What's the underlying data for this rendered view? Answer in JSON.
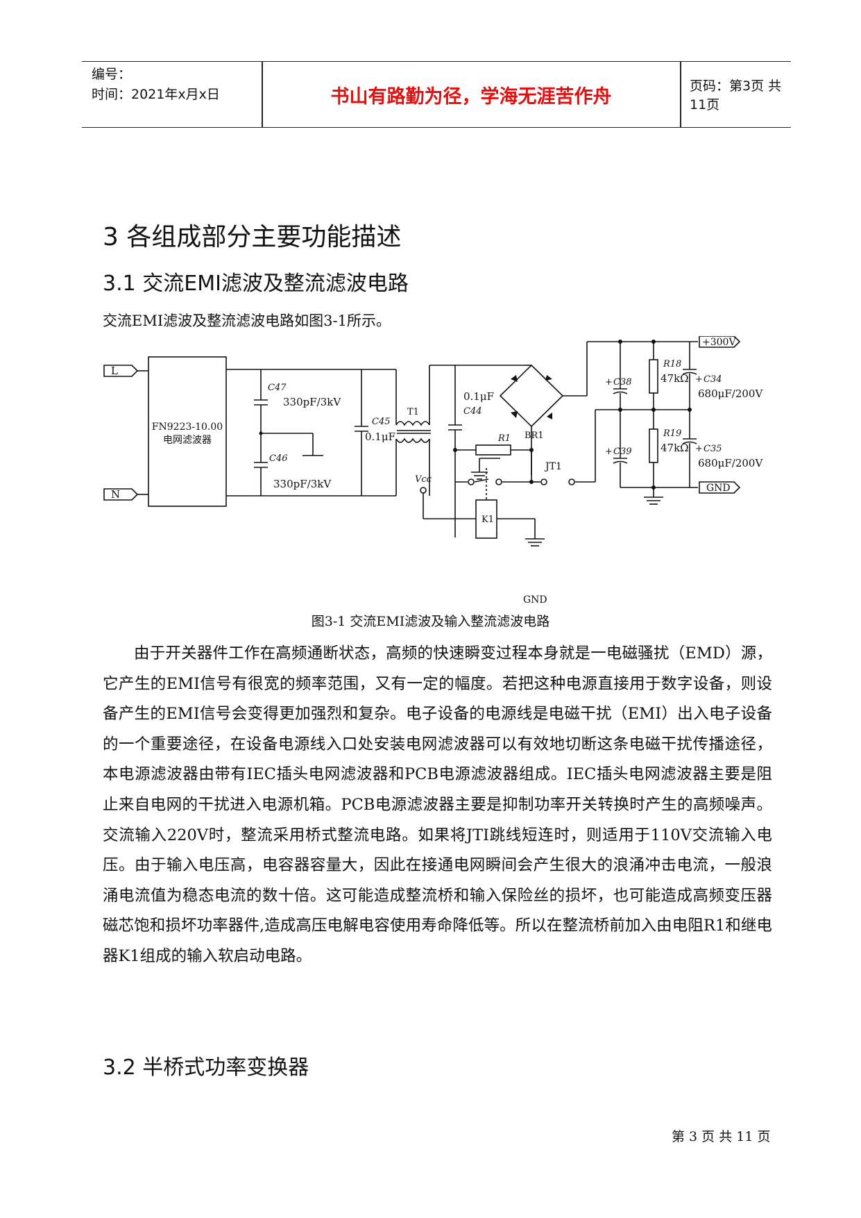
{
  "header": {
    "number_label": "编号：",
    "date_line": "时间：2021年x月x日",
    "motto": "书山有路勤为径，学海无涯苦作舟",
    "page_info": "页码：第3页 共11页"
  },
  "section": {
    "heading": "3 各组成部分主要功能描述",
    "sub_heading": "3.1 交流EMI滤波及整流滤波电路",
    "intro": "交流EMI滤波及整流滤波电路如图3-1所示。"
  },
  "figure": {
    "caption": "图3-1 交流EMI滤波及输入整流滤波电路",
    "labels": {
      "l": "L",
      "n": "N",
      "filter_model": "FN9223-10.00",
      "filter_name": "电网滤波器",
      "c47": "C47",
      "c47_val": "330pF/3kV",
      "c46": "C46",
      "c46_val": "330pF/3kV",
      "c45": "C45",
      "c45_val": "0.1μF",
      "t1": "T1",
      "c44": "C44",
      "c44_val": "0.1μF",
      "br1": "BR1",
      "r1": "R1",
      "jt1": "JT1",
      "k1": "K1",
      "vcc": "Vcc",
      "gnd": "GND",
      "c38": "C38",
      "c39": "C39",
      "r18": "R18",
      "r18_val": "47kΩ",
      "r19": "R19",
      "r19_val": "47kΩ",
      "c34": "C34",
      "c34_val": "680μF/200V",
      "c35": "C35",
      "c35_val": "680μF/200V",
      "plus": "+",
      "out_300v": "+300V",
      "out_gnd": "GND"
    }
  },
  "body": {
    "paragraph": "由于开关器件工作在高频通断状态，高频的快速瞬变过程本身就是一电磁骚扰（EMD）源，它产生的EMI信号有很宽的频率范围，又有一定的幅度。若把这种电源直接用于数字设备，则设备产生的EMI信号会变得更加强烈和复杂。电子设备的电源线是电磁干扰（EMI）出入电子设备的一个重要途径，在设备电源线入口处安装电网滤波器可以有效地切断这条电磁干扰传播途径，本电源滤波器由带有IEC插头电网滤波器和PCB电源滤波器组成。IEC插头电网滤波器主要是阻止来自电网的干扰进入电源机箱。PCB电源滤波器主要是抑制功率开关转换时产生的高频噪声。 交流输入220V时，整流采用桥式整流电路。如果将JTI跳线短连时，则适用于110V交流输入电压。由于输入电压高，电容器容量大，因此在接通电网瞬间会产生很大的浪涌冲击电流，一般浪涌电流值为稳态电流的数十倍。这可能造成整流桥和输入保险丝的损坏，也可能造成高频变压器磁芯饱和损坏功率器件,造成高压电解电容使用寿命降低等。所以在整流桥前加入由电阻R1和继电器K1组成的输入软启动电路。"
  },
  "next_section": {
    "heading": "3.2 半桥式功率变换器"
  },
  "footer": {
    "page": "第 3 页 共 11 页"
  }
}
